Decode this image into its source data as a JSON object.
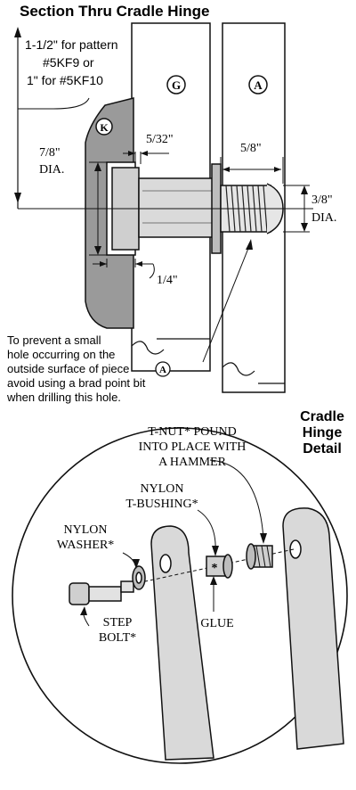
{
  "section": {
    "title": "Section Thru Cradle Hinge",
    "note_lines": [
      "1-1/2\" for pattern",
      "#5KF9 or",
      "1\" for #5KF10"
    ],
    "piece_labels": {
      "k": "K",
      "g": "G",
      "a": "A"
    },
    "dim_5_32": "5/32\"",
    "dim_5_8": "5/8\"",
    "dim_7_8": [
      "7/8\"",
      "DIA."
    ],
    "dim_3_8": [
      "3/8\"",
      "DIA."
    ],
    "dim_1_4": "1/4\"",
    "warning_lines": [
      "To prevent a small",
      "hole occurring on the",
      "outside surface of piece",
      "avoid using a brad point bit",
      "when drilling this hole."
    ],
    "warning_piece": "A"
  },
  "detail": {
    "title_lines": [
      "Cradle",
      "Hinge",
      "Detail"
    ],
    "tnut_lines": [
      "T-NUT* POUND",
      "INTO PLACE WITH",
      "A HAMMER"
    ],
    "bushing_lines": [
      "NYLON",
      "T-BUSHING*"
    ],
    "washer_lines": [
      "NYLON",
      "WASHER*"
    ],
    "glue": "GLUE",
    "bolt_lines": [
      "STEP",
      "BOLT*"
    ],
    "star": "*"
  }
}
